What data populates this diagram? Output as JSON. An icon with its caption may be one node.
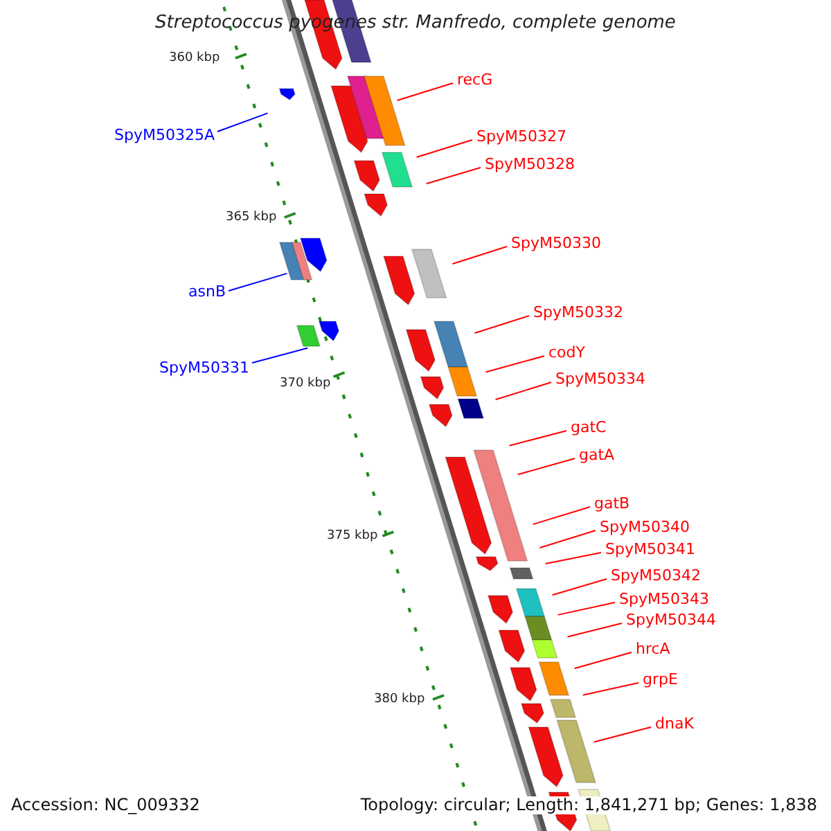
{
  "diagram": {
    "title": "Streptococcus pyogenes str. Manfredo, complete genome",
    "nodes": [
      {
        "text": [
          "recG"
        ]
      },
      {
        "text": [
          "SpyM50325A"
        ]
      },
      {
        "text": [
          "SpyM50327"
        ]
      },
      {
        "text": [
          "SpyM50328"
        ]
      },
      {
        "text": [
          "SpyM50330"
        ]
      },
      {
        "text": [
          "asnB"
        ]
      },
      {
        "text": [
          "SpyM50332"
        ]
      },
      {
        "text": [
          "codY"
        ]
      },
      {
        "text": [
          "SpyM50331"
        ]
      },
      {
        "text": [
          "SpyM50334"
        ]
      },
      {
        "text": [
          "gatC"
        ]
      },
      {
        "text": [
          "gatA"
        ]
      },
      {
        "text": [
          "gatB"
        ]
      },
      {
        "text": [
          "SpyM50340"
        ]
      },
      {
        "text": [
          "SpyM50341"
        ]
      },
      {
        "text": [
          "SpyM50342"
        ]
      },
      {
        "text": [
          "SpyM50343"
        ]
      },
      {
        "text": [
          "SpyM50344"
        ]
      },
      {
        "text": [
          "hrcA"
        ]
      },
      {
        "text": [
          "grpE"
        ]
      },
      {
        "text": [
          "dnaK"
        ]
      }
    ],
    "edges": [
      {
        "from": 0,
        "to": null,
        "arrow": "none"
      },
      {
        "from": 1,
        "to": null,
        "arrow": "none",
        "color": "#0000ff"
      },
      {
        "from": 2,
        "to": null,
        "arrow": "none"
      },
      {
        "from": 3,
        "to": null,
        "arrow": "none"
      },
      {
        "from": 4,
        "to": null,
        "arrow": "none"
      },
      {
        "from": 5,
        "to": null,
        "arrow": "none",
        "color": "#0000ff"
      },
      {
        "from": 6,
        "to": null,
        "arrow": "none"
      },
      {
        "from": 7,
        "to": null,
        "arrow": "none"
      },
      {
        "from": 8,
        "to": null,
        "arrow": "none",
        "color": "#0000ff"
      },
      {
        "from": 9,
        "to": null,
        "arrow": "none"
      },
      {
        "from": 10,
        "to": null,
        "arrow": "none"
      },
      {
        "from": 11,
        "to": null,
        "arrow": "none"
      },
      {
        "from": 12,
        "to": null,
        "arrow": "none"
      },
      {
        "from": 13,
        "to": null,
        "arrow": "none"
      },
      {
        "from": 14,
        "to": null,
        "arrow": "none"
      },
      {
        "from": 15,
        "to": null,
        "arrow": "none"
      },
      {
        "from": 16,
        "to": null,
        "arrow": "none"
      },
      {
        "from": 17,
        "to": null,
        "arrow": "none"
      },
      {
        "from": 18,
        "to": null,
        "arrow": "none"
      },
      {
        "from": 19,
        "to": null,
        "arrow": "none"
      },
      {
        "from": 20,
        "to": null,
        "arrow": "none"
      }
    ],
    "labels": [
      "360 kbp",
      "365 kbp",
      "370 kbp",
      "375 kbp",
      "380 kbp",
      "Accession: NC_009332",
      "Topology: circular; Length: 1,841,271 bp; Genes: 1,838"
    ]
  }
}
